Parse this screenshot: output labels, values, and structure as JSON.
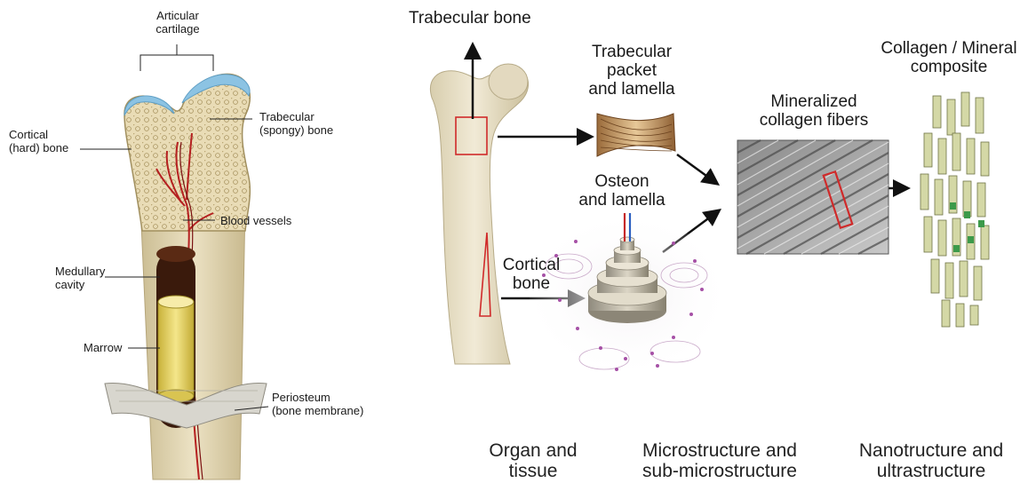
{
  "left_panel": {
    "articular_cartilage": [
      "Articular",
      "cartilage"
    ],
    "cortical_bone": [
      "Cortical",
      "(hard) bone"
    ],
    "trabecular_bone": [
      "Trabecular",
      "(spongy) bone"
    ],
    "blood_vessels": "Blood vessels",
    "medullary_cavity": [
      "Medullary",
      "cavity"
    ],
    "marrow": "Marrow",
    "periosteum": [
      "Periosteum",
      "(bone membrane)"
    ]
  },
  "right_panel": {
    "trabecular_bone": "Trabecular bone",
    "trabecular_packet": [
      "Trabecular packet",
      "and lamella"
    ],
    "osteon": [
      "Osteon",
      "and lamella"
    ],
    "cortical_bone": [
      "Cortical",
      "bone"
    ],
    "mineralized_fibers": [
      "Mineralized",
      "collagen fibers"
    ],
    "collagen_mineral": [
      "Collagen / Mineral",
      "composite"
    ],
    "levels": [
      [
        "Organ and",
        "tissue"
      ],
      [
        "Microstructure and",
        "sub-microstructure"
      ],
      [
        "Nanotructure and",
        "ultrastructure"
      ]
    ]
  },
  "colors": {
    "bone": "#e6d9b4",
    "cartilage": "#8cc3e3",
    "vessel": "#b52020",
    "marrow": "#e8d56a",
    "highlight_box": "#d02a2a"
  }
}
